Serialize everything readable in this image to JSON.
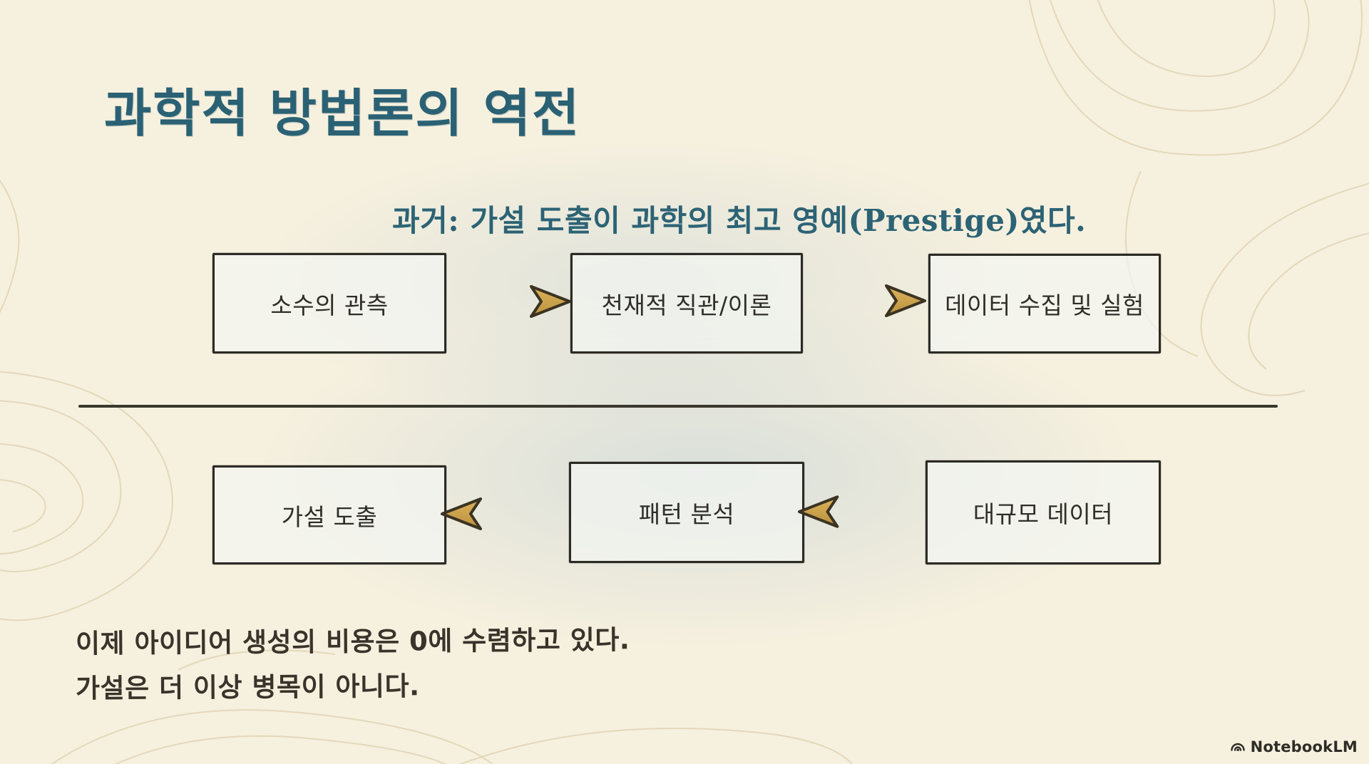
{
  "slide": {
    "title": "과학적 방법론의 역전",
    "subtitle": "과거: 가설 도출이 과학의 최고 영예(Prestige)였다.",
    "past_flow": {
      "direction": "left-to-right",
      "boxes": [
        "소수의 관측",
        "천재적 직관/이론",
        "데이터 수집 및 실험"
      ]
    },
    "present_flow": {
      "direction": "right-to-left",
      "boxes": [
        "가설 도출",
        "패턴 분석",
        "대규모 데이터"
      ]
    },
    "footer": {
      "line1": "이제 아이디어 생성의 비용은 0에 수렴하고 있다.",
      "line2": "가설은 더 이상 병목이 아니다."
    },
    "branding": {
      "logo_label": "NotebookLM",
      "logo_icon": "notebooklm-swirl-icon"
    }
  },
  "colors": {
    "background_cream": "#f6f0de",
    "center_tint_blue": "#b0c7d4",
    "title_teal": "#2a6174",
    "subtitle_teal": "#2c6375",
    "box_border": "#2c2a24",
    "box_text": "#2f2d28",
    "arrow_gold": "#c99f47",
    "arrow_outline": "#3b3322",
    "divider": "#39382e",
    "footer_text": "#3a332b",
    "contour_line": "#ddd0ae",
    "brand_text": "#2e2c28"
  }
}
